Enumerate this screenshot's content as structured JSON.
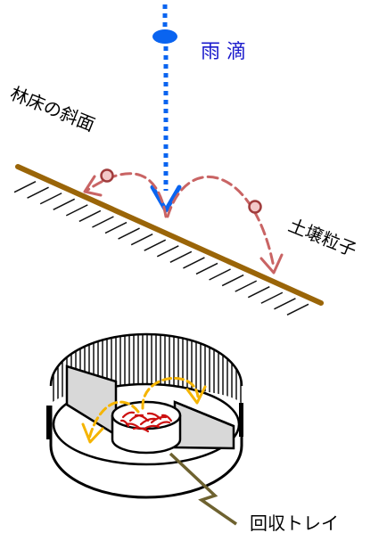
{
  "labels": {
    "raindrop": "雨 滴",
    "forest_slope": "林床の斜面",
    "soil_particle": "土壌粒子",
    "collection_tray": "回収トレイ"
  },
  "colors": {
    "raindrop": "#0a64f0",
    "raindrop_label": "#1a1acc",
    "slope": "#9a6508",
    "hatch": "#111111",
    "splash_path": "#c96464",
    "particle_fill": "#f2c8c8",
    "particle_stroke": "#a03c3c",
    "tray_splash": "#f5b400",
    "sediment": "#cc1010",
    "pointer": "#6e6230",
    "baffle_fill": "#d8d8d8",
    "text": "#000000"
  }
}
